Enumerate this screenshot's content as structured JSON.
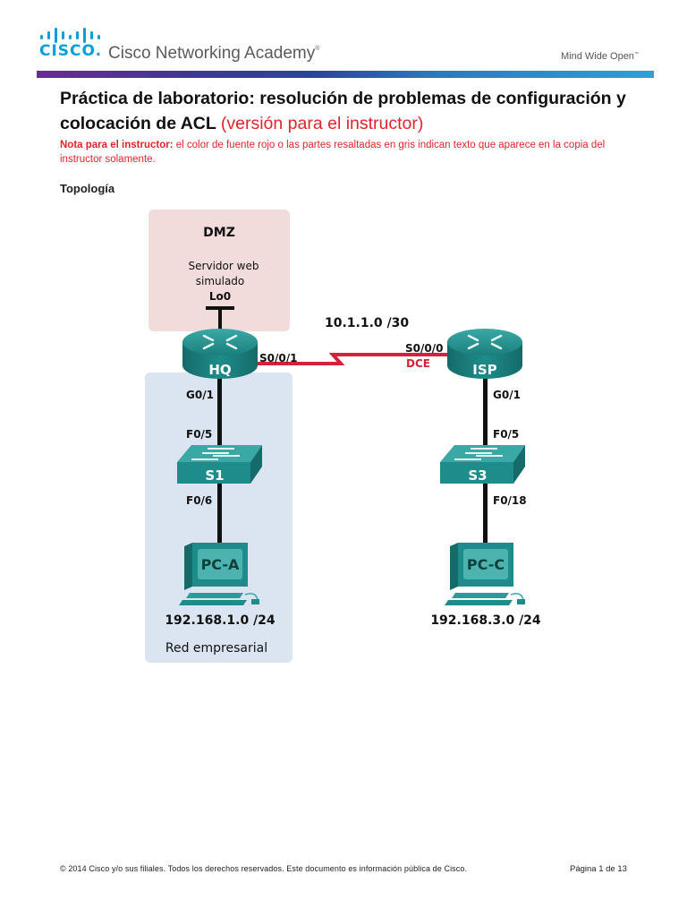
{
  "header": {
    "logo_text": "CISCO.",
    "academy_name": "Cisco Networking Academy",
    "academy_mark": "®",
    "tagline": "Mind Wide Open",
    "tagline_mark": "™",
    "brand_color": "#049fd9"
  },
  "document": {
    "title_main": "Práctica de laboratorio: resolución de problemas de configuración y colocación de ACL",
    "title_suffix": "(versión para el instructor)",
    "note_label": "Nota para el instructor:",
    "note_text": "el color de fuente rojo o las partes resaltadas en gris indican texto que aparece en la copia del instructor solamente.",
    "section_heading": "Topología",
    "accent_color": "#e3232b"
  },
  "topology": {
    "areas": {
      "dmz": {
        "title": "DMZ",
        "desc_line1": "Servidor web",
        "desc_line2": "simulado",
        "interface": "Lo0",
        "color": "#f2dcdb"
      },
      "enterprise": {
        "label": "Red empresarial",
        "network": "192.168.1.0 /24",
        "color": "#dbe5f1"
      }
    },
    "devices": {
      "hq": {
        "name": "HQ",
        "type": "router"
      },
      "isp": {
        "name": "ISP",
        "type": "router"
      },
      "s1": {
        "name": "S1",
        "type": "switch"
      },
      "s3": {
        "name": "S3",
        "type": "switch"
      },
      "pca": {
        "name": "PC-A",
        "type": "pc"
      },
      "pcc": {
        "name": "PC-C",
        "type": "pc"
      }
    },
    "links": {
      "serial_network": "10.1.1.0 /30",
      "hq_serial": "S0/0/1",
      "isp_serial": "S0/0/0",
      "dce_label": "DCE",
      "hq_g": "G0/1",
      "s1_up": "F0/5",
      "s1_down": "F0/6",
      "isp_g": "G0/1",
      "s3_up": "F0/5",
      "s3_down": "F0/18"
    },
    "networks": {
      "right_lan": "192.168.3.0 /24"
    },
    "serial_color": "#d6213a",
    "device_color": "#1e8c8a"
  },
  "footer": {
    "copyright": "© 2014 Cisco y/o sus filiales. Todos los derechos reservados. Este documento es información pública de Cisco.",
    "page_info": "Página 1 de 13"
  }
}
